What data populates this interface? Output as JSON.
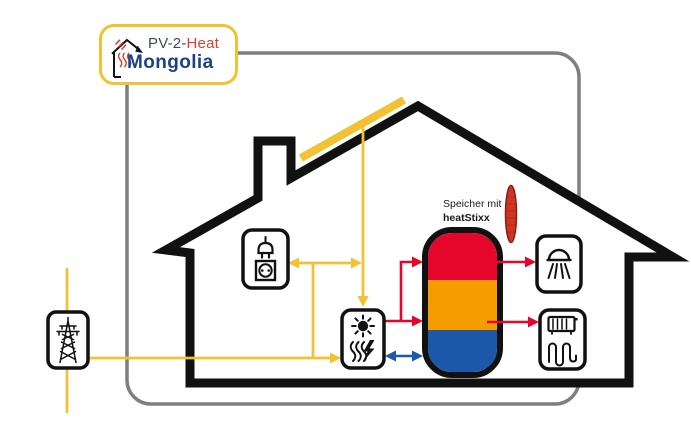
{
  "logo": {
    "brand_prefix": "PV-2-",
    "brand_highlight": "Heat",
    "brand_name": "Mongolia"
  },
  "storage_label": {
    "line1": "Speicher mit",
    "line2": "heatStixx"
  },
  "colors": {
    "yellow": "#F2C233",
    "red": "#E5062B",
    "orange": "#F59C00",
    "blue": "#1B58AA",
    "stixx_fill": "#CE3523",
    "stixx_edge": "#8C1B12",
    "logo_dark": "#414A56",
    "logo_red": "#D8402E",
    "logo_navy": "#1A4190",
    "frame_gray": "#7F7F7F",
    "outline_black": "#111111"
  },
  "icons": {
    "logo_house": "house-heat-arrow-icon",
    "grid": "power-pylon-icon",
    "outlet": "plug-socket-icon",
    "heater": "sun-heatwaves-bolt-icon",
    "shower": "shower-icon",
    "heating": "radiator-underfloor-icon",
    "panel": "solar-panel-bar",
    "stixx": "heatstixx-capsule"
  }
}
